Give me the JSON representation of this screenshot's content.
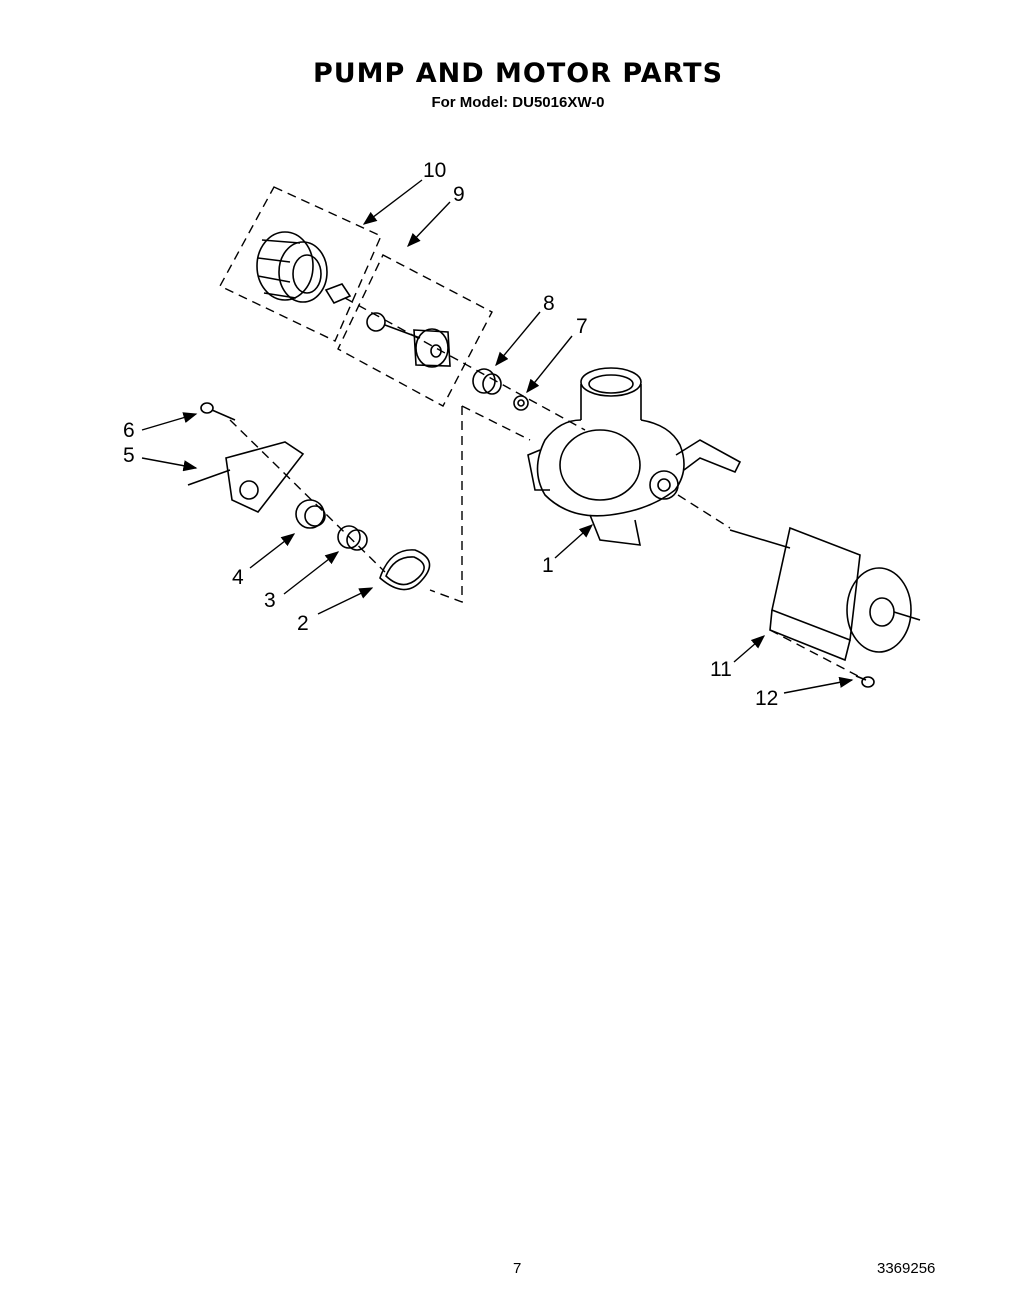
{
  "header": {
    "title": "PUMP AND MOTOR PARTS",
    "subtitle": "For Model: DU5016XW-0"
  },
  "callouts": [
    "1",
    "2",
    "3",
    "4",
    "5",
    "6",
    "7",
    "8",
    "9",
    "10",
    "11",
    "12"
  ],
  "footer": {
    "page_number": "7",
    "doc_number": "3369256"
  }
}
